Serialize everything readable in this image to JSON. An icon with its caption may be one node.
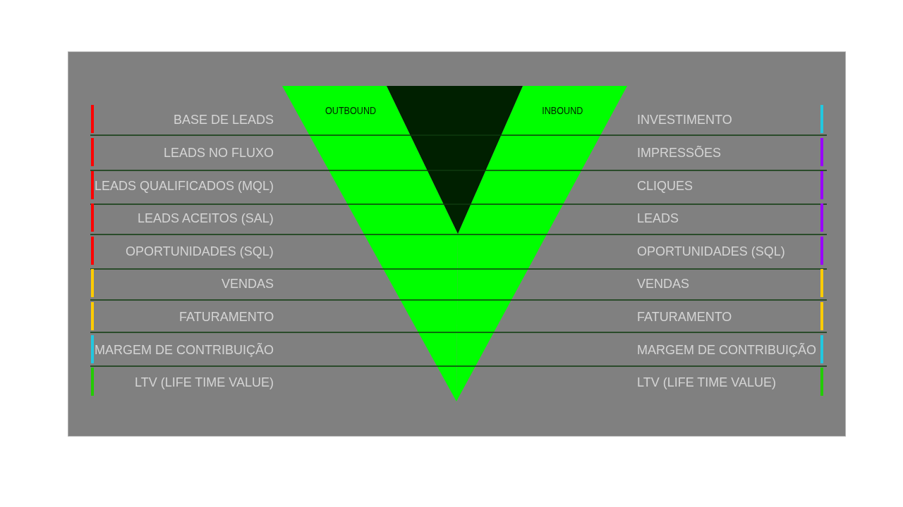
{
  "diagram": {
    "nodes": [
      {
        "text": [
          "OUTBOUND"
        ]
      },
      {
        "text": [
          "INBOUND"
        ]
      },
      {
        "text": [],
        "shape": "triangle"
      }
    ],
    "edges": [],
    "labels": [
      "BASE DE LEADS",
      "INVESTIMENTO",
      "LEADS NO FLUXO",
      "IMPRESSÕES",
      "LEADS QUALIFICADOS (MQL)",
      "CLIQUES",
      "LEADS ACEITOS (SAL)",
      "LEADS",
      "OPORTUNIDADES (SQL)",
      "OPORTUNIDADES (SQL)",
      "VENDAS",
      "VENDAS",
      "FATURAMENTO",
      "FATURAMENTO",
      "MARGEM DE CONTRIBUIÇÃO",
      "MARGEM DE CONTRIBUIÇÃO",
      "LTV (LIFE TIME VALUE)",
      "LTV (LIFE TIME VALUE)"
    ]
  }
}
